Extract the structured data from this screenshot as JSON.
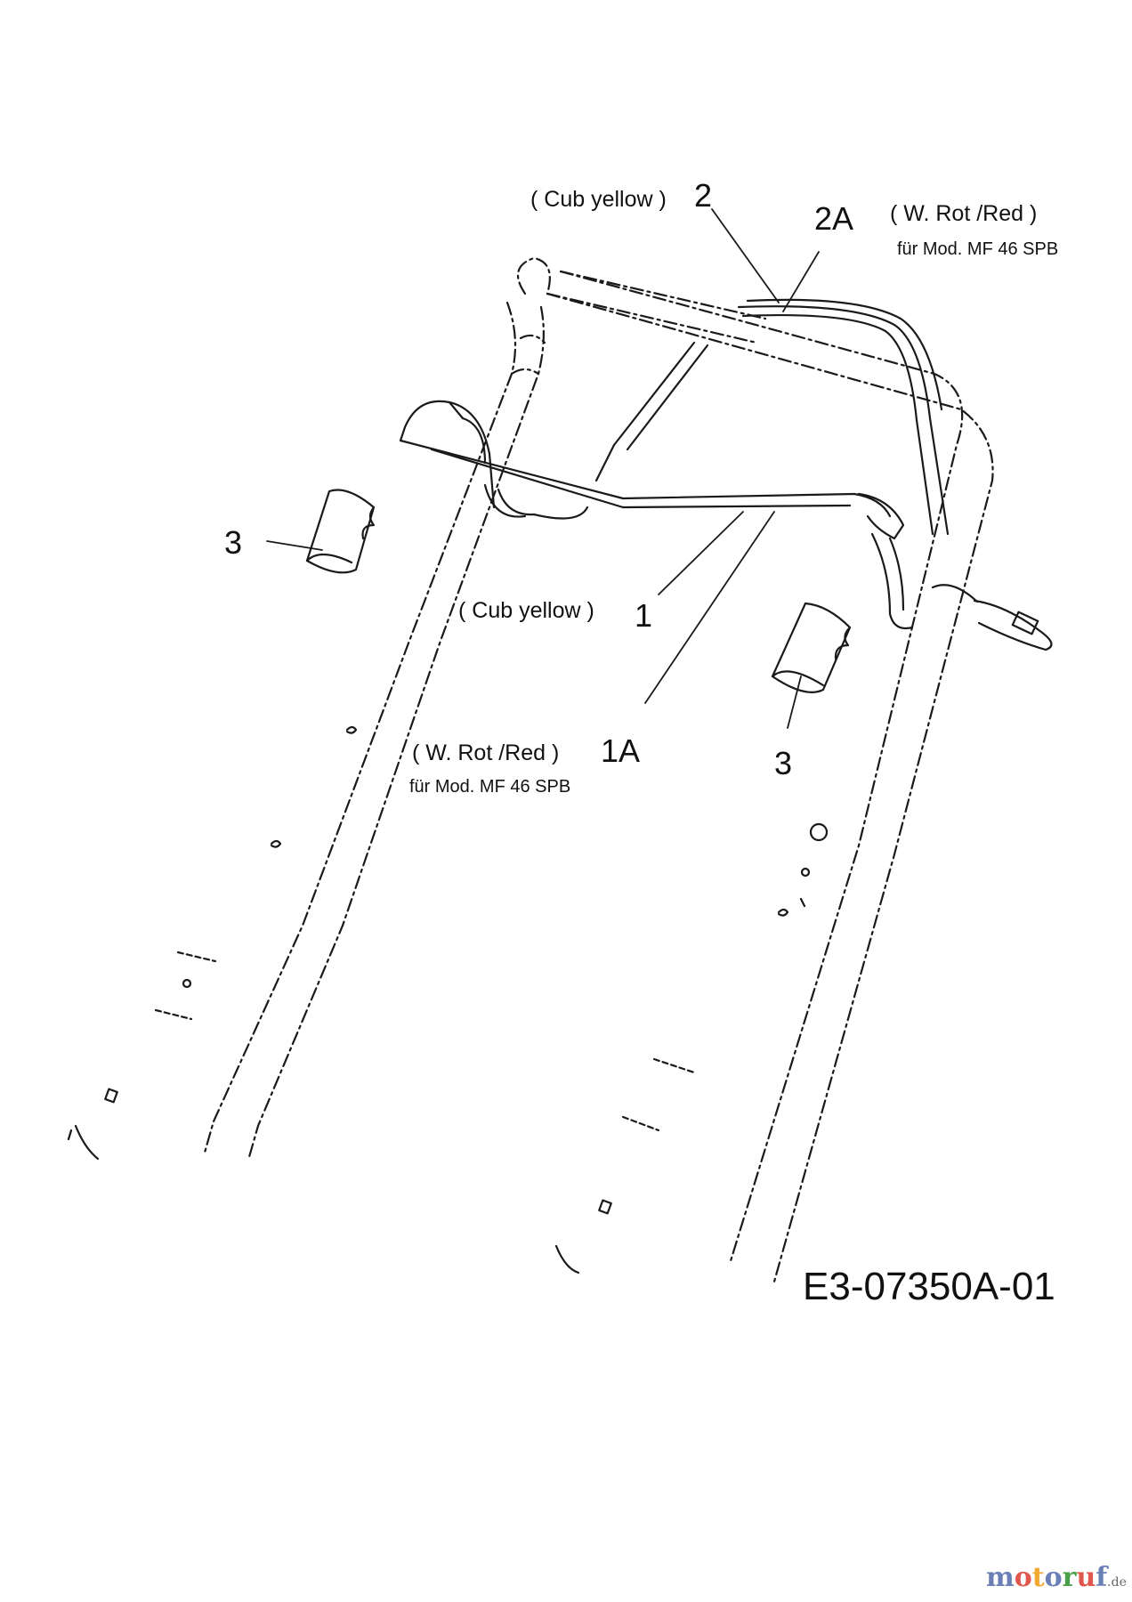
{
  "labels": {
    "cub_yellow_top": "( Cub yellow )",
    "num_2": "2",
    "num_2a": "2A",
    "w_rot_red_top": "( W. Rot /Red )",
    "fur_mod_top": "für Mod. MF 46 SPB",
    "num_3_left": "3",
    "cub_yellow_mid": "( Cub yellow )",
    "num_1": "1",
    "w_rot_red_mid": "( W. Rot /Red )",
    "fur_mod_mid": "für Mod. MF 46 SPB",
    "num_1a": "1A",
    "num_3_right": "3",
    "drawing_code": "E3-07350A-01"
  },
  "brand": {
    "letters": [
      "m",
      "o",
      "t",
      "o",
      "r",
      "u",
      "f"
    ],
    "letter_colors": [
      "#6a7fb5",
      "#e0584d",
      "#f0a830",
      "#6a7fb5",
      "#4aa04a",
      "#e0584d",
      "#6a7fb5"
    ],
    "suffix": ".de"
  },
  "colors": {
    "line": "#1a1a1a",
    "background": "#ffffff"
  }
}
